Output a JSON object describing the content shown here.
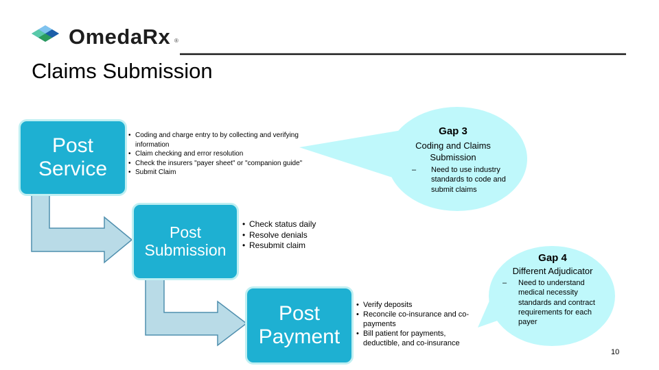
{
  "brand": {
    "name": "OmedaRx",
    "registered_mark": "®"
  },
  "slide": {
    "title": "Claims Submission",
    "page_number": "10"
  },
  "stages": [
    {
      "line1": "Post",
      "line2": "Service",
      "bullets": [
        "Coding and charge entry to by collecting and verifying information",
        "Claim checking and error resolution",
        "Check the insurers \"payer sheet\" or \"companion guide\"",
        "Submit Claim"
      ]
    },
    {
      "line1": "Post",
      "line2": "Submission",
      "bullets": [
        "Check status daily",
        "Resolve denials",
        "Resubmit claim"
      ]
    },
    {
      "line1": "Post",
      "line2": "Payment",
      "bullets": [
        "Verify deposits",
        "Reconcile co-insurance and co-payments",
        "Bill patient for payments, deductible, and co-insurance"
      ]
    }
  ],
  "gaps": [
    {
      "title": "Gap 3",
      "subtitle": "Coding and Claims Submission",
      "dash": "–",
      "detail": "Need to use industry standards to code and submit claims"
    },
    {
      "title": "Gap 4",
      "subtitle": "Different Adjudicator",
      "dash": "–",
      "detail": "Need to understand medical necessity standards and contract requirements for each payer"
    }
  ],
  "colors": {
    "stage_fill": "#1eb0d2",
    "stage_border": "#bfeff2",
    "arrow_fill": "#b9dbe7",
    "arrow_stroke": "#4f8fae",
    "gap_bubble": "#bff8fb",
    "rule": "#1a1a1a"
  }
}
